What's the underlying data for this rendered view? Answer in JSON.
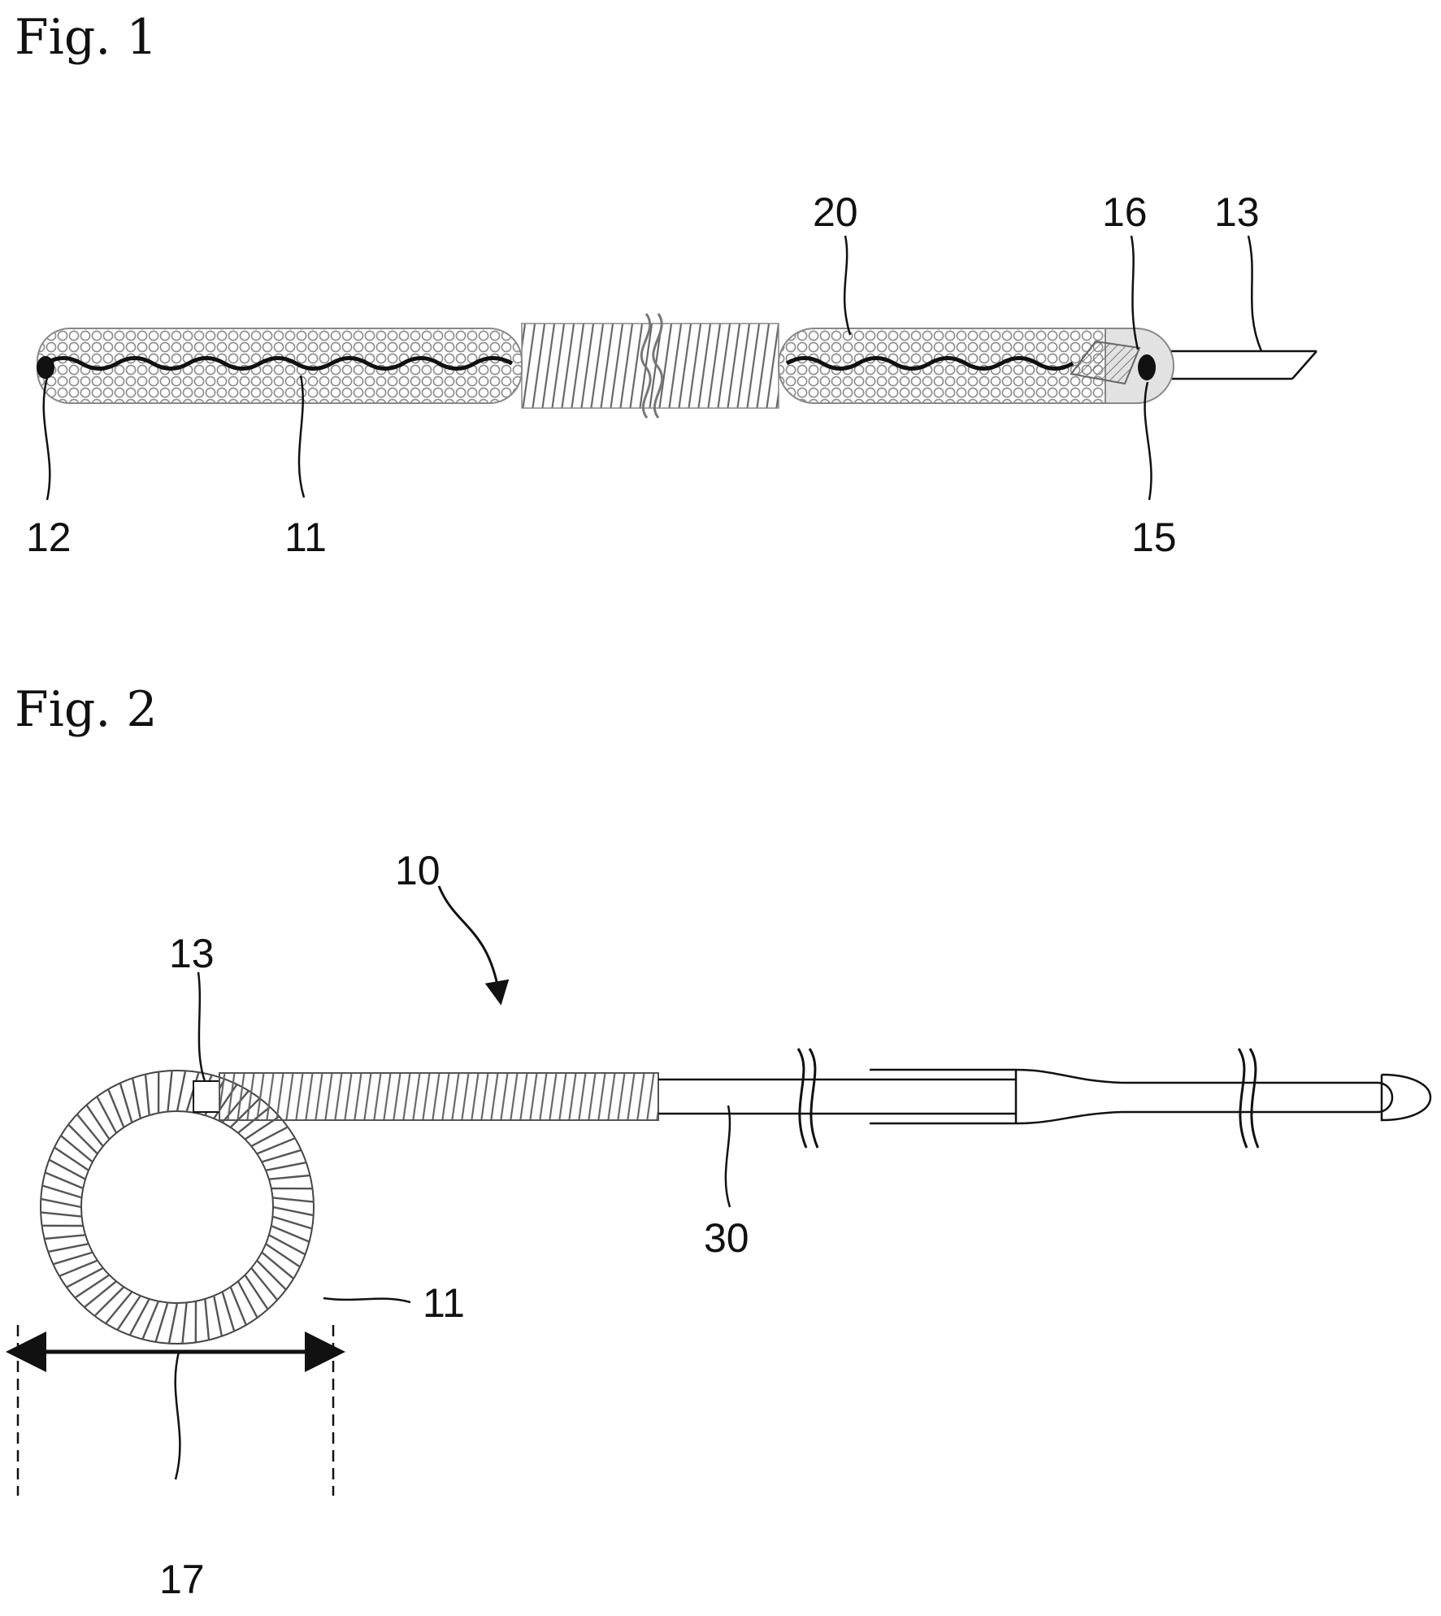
{
  "figures": [
    {
      "title": "Fig. 1",
      "labels": {
        "l20": "20",
        "l16": "16",
        "l13": "13",
        "l12": "12",
        "l11": "11",
        "l15": "15"
      }
    },
    {
      "title": "Fig. 2",
      "labels": {
        "l10": "10",
        "l13": "13",
        "l30": "30",
        "l11": "11",
        "l17": "17"
      }
    }
  ],
  "colors": {
    "line": "#111111",
    "mesh": "#9a9a9a",
    "coil": "#555555",
    "hatch": "#777777"
  }
}
